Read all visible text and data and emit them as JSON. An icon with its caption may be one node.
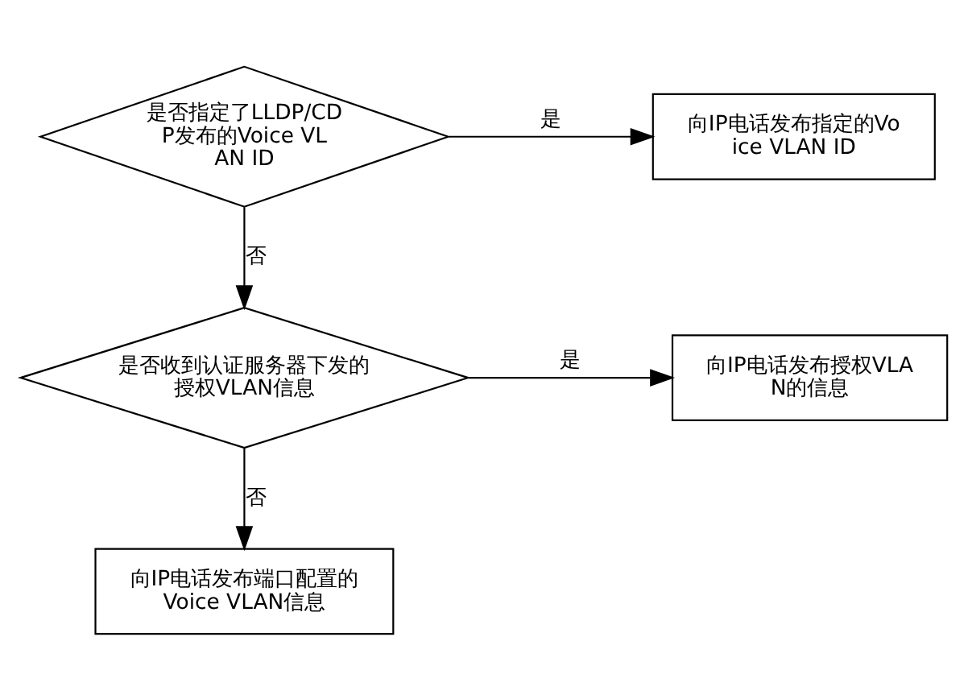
{
  "diagram": {
    "nodes": [
      {
        "text": [
          "是否指定了LLDP/CDP发布的Voice VLAN ID"
        ]
      },
      {
        "text": [
          "向IP电话发布指定的Voice VLAN ID"
        ]
      },
      {
        "text": [
          "是否收到认证服务器下发的授权VLAN信息"
        ]
      },
      {
        "text": [
          "向IP电话发布授权VLAN的信息"
        ]
      },
      {
        "text": [
          "向IP电话发布端口配置的Voice VLAN信息"
        ]
      }
    ],
    "edges": [
      {
        "from": 0,
        "to": 1,
        "arrow": "to",
        "label": "是"
      },
      {
        "from": 0,
        "to": 2,
        "arrow": "to",
        "label": "否"
      },
      {
        "from": 2,
        "to": 3,
        "arrow": "to",
        "label": "是"
      },
      {
        "from": 2,
        "to": 4,
        "arrow": "to",
        "label": "否"
      }
    ]
  }
}
